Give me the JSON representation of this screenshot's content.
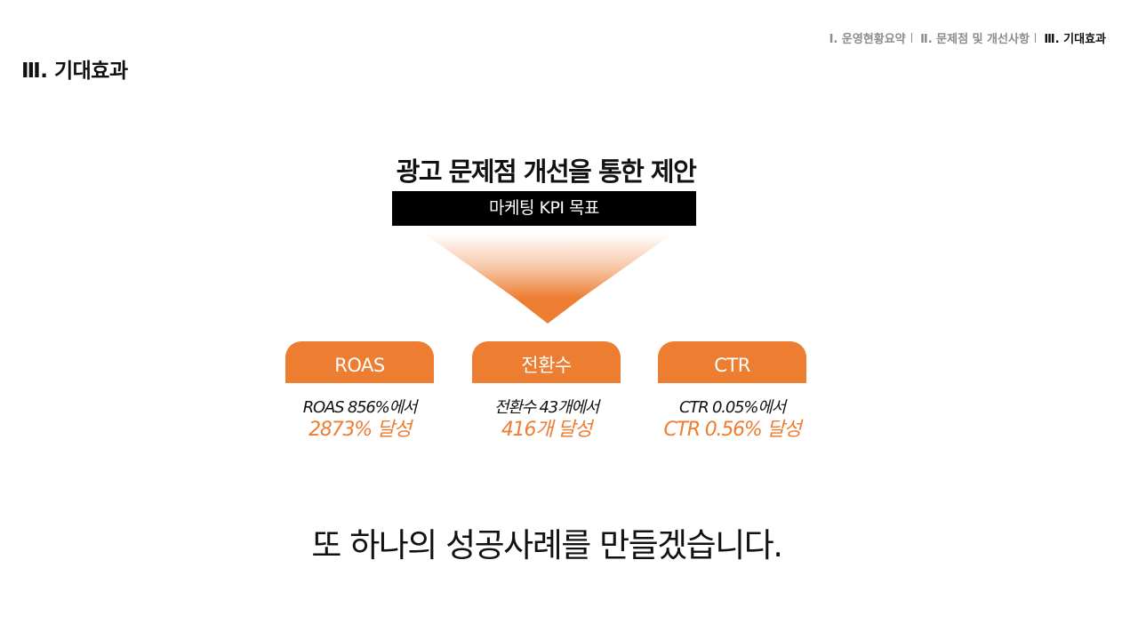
{
  "header": {
    "breadcrumb": [
      {
        "label": "Ⅰ. 운영현황요약",
        "active": false
      },
      {
        "label": "Ⅱ. 문제점 및 개선사항",
        "active": false
      },
      {
        "label": "Ⅲ. 기대효과",
        "active": true
      }
    ],
    "page_title": "Ⅲ. 기대효과"
  },
  "main": {
    "heading": "광고 문제점 개선을 통한 제안",
    "kpi_banner": "마케팅 KPI 목표",
    "metrics": [
      {
        "title": "ROAS",
        "from": "ROAS 856%에서",
        "to": "2873% 달성"
      },
      {
        "title": "전환수",
        "from": "전환수 43개에서",
        "to": "416개 달성"
      },
      {
        "title": "CTR",
        "from": "CTR 0.05%에서",
        "to": "CTR 0.56% 달성"
      }
    ],
    "closing": "또 하나의 성공사례를 만들겠습니다."
  },
  "colors": {
    "accent": "#ed7d31",
    "banner": "#000000",
    "breadcrumb_inactive": "#8c8c8c"
  }
}
